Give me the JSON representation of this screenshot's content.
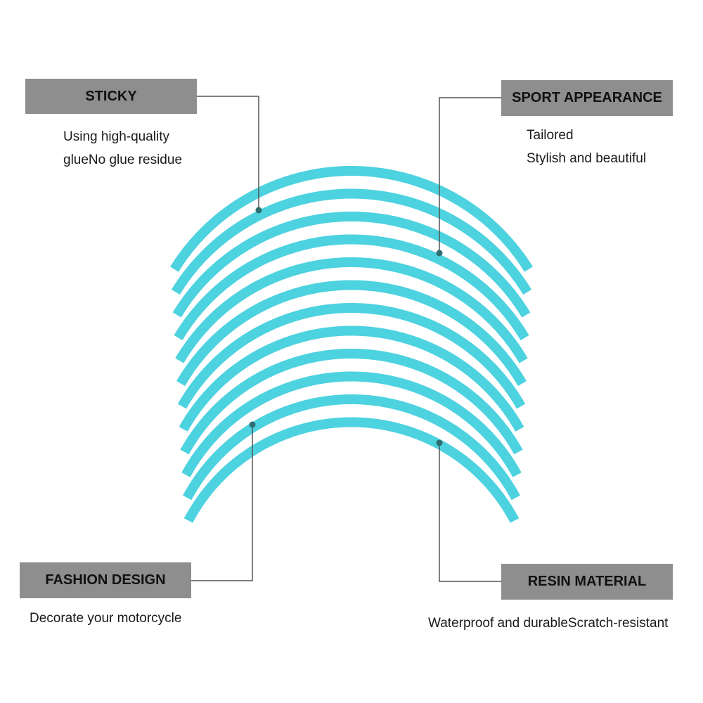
{
  "colors": {
    "stripe": "#4dd2df",
    "label_background": "#8e8e8e",
    "leader_line": "#555555",
    "leader_dot": "#2f6f73"
  },
  "stripes": {
    "count": 12,
    "shape": "arc"
  },
  "features": {
    "sticky": {
      "title": "STICKY",
      "lines": [
        "Using high-quality",
        "glueNo glue residue"
      ]
    },
    "sport": {
      "title": "SPORT APPEARANCE",
      "lines": [
        "Tailored",
        "Stylish and beautiful"
      ]
    },
    "fashion": {
      "title": "FASHION DESIGN",
      "lines": [
        "Decorate your motorcycle"
      ]
    },
    "resin": {
      "title": "RESIN MATERIAL",
      "lines": [
        "Waterproof and durableScratch-resistant"
      ]
    }
  }
}
